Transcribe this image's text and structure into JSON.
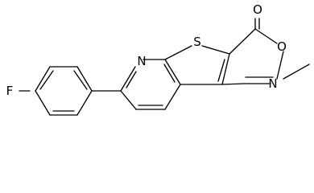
{
  "structure": {
    "atoms": {
      "fluorine": "F",
      "pyridine_nitrogen": "N",
      "sulfur": "S",
      "carbonyl_oxygen": "O",
      "ring_oxygen": "O",
      "oxazine_nitrogen": "N"
    },
    "colors": {
      "bond": "#000000",
      "label": "#000000",
      "background": "#ffffff"
    }
  }
}
